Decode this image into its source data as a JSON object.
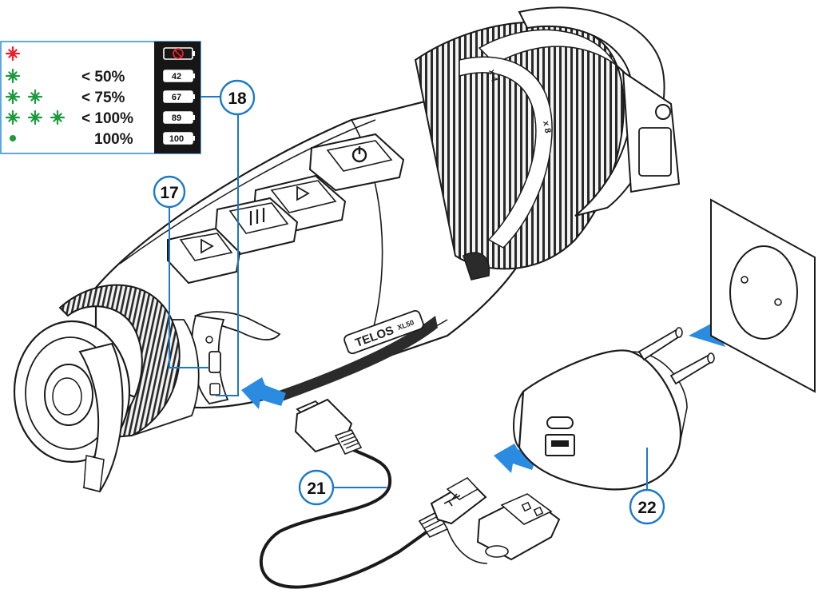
{
  "legend": {
    "rows": [
      {
        "label": "",
        "battery": "",
        "stars": 1,
        "color": "#e8202a"
      },
      {
        "label": "< 50%",
        "battery": "42",
        "stars": 1,
        "color": "#1c9a3e"
      },
      {
        "label": "< 75%",
        "battery": "67",
        "stars": 2,
        "color": "#1c9a3e"
      },
      {
        "label": "< 100%",
        "battery": "89",
        "stars": 3,
        "color": "#1c9a3e"
      },
      {
        "label": "100%",
        "battery": "100",
        "stars": 0,
        "color": "#1c9a3e"
      }
    ]
  },
  "callouts": {
    "c17": "17",
    "c18": "18",
    "c21": "21",
    "c22": "22"
  },
  "device": {
    "brand": "TELOS",
    "model": "XL50",
    "zoom_marks": [
      "x 4",
      "x 8"
    ]
  },
  "colors": {
    "callout_stroke": "#1b79c9",
    "arrow_blue": "#2a8be0",
    "legend_border": "#2a8be0",
    "battery_panel": "#161616"
  },
  "icons": [
    "red-led-star",
    "green-led-star",
    "green-led-dot",
    "battery-empty-icon",
    "power-icon",
    "play-icon",
    "menu-icon",
    "usb-icon"
  ]
}
